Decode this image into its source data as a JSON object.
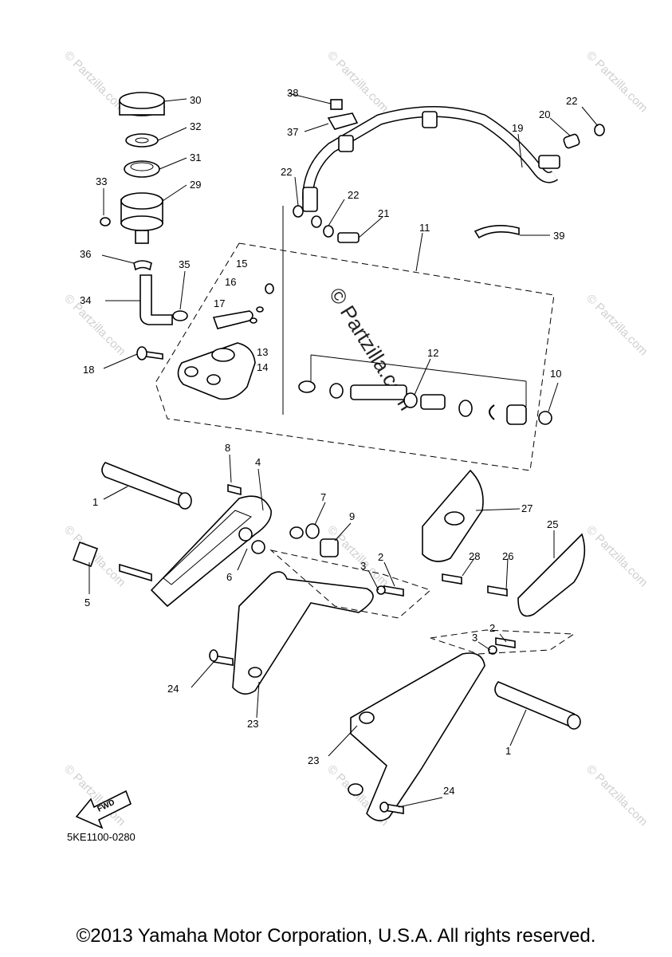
{
  "diagram": {
    "drawing_code": "5KE1100-0280",
    "fwd_label": "FWD",
    "watermark_center": "© Partzilla.com",
    "watermark_small": "© Partzilla.com",
    "callouts": [
      "30",
      "32",
      "31",
      "33",
      "29",
      "36",
      "35",
      "34",
      "18",
      "15",
      "16",
      "17",
      "13",
      "14",
      "38",
      "37",
      "22",
      "22",
      "22",
      "22",
      "21",
      "19",
      "20",
      "11",
      "39",
      "12",
      "10",
      "8",
      "4",
      "1",
      "5",
      "6",
      "7",
      "9",
      "2",
      "3",
      "23",
      "24",
      "27",
      "28",
      "26",
      "25",
      "2",
      "3",
      "1",
      "23",
      "24"
    ]
  },
  "footer": {
    "copyright": "©2013 Yamaha Motor Corporation, U.S.A. All rights reserved."
  }
}
